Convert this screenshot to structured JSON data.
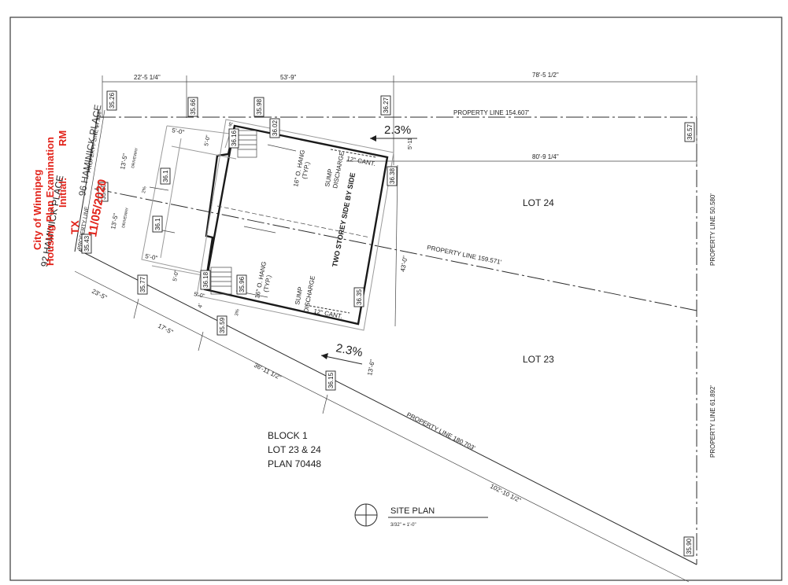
{
  "street_name": "92 HAMINICK PLACE",
  "street_name_overlap": "96 HAMINICK PLACE",
  "stamp": {
    "line1": "City of Winnipeg",
    "line2": "Housing Plan Examination",
    "line3": "Initial:",
    "initials": "RM",
    "date": "11/05/2020",
    "code": "TX"
  },
  "property_lines": {
    "front": "PROPERTY LINE  17.810'",
    "front_lower": "PROPERTY LINE",
    "top": "PROPERTY LINE  154.607'",
    "middle": "PROPERTY LINE  159.571'",
    "bottom": "PROPERTY LINE  180.703'",
    "right_upper": "PROPERTY LINE  50.580'",
    "right_lower": "PROPERTY LINE  61.892'"
  },
  "dimensions": {
    "top_1": "22'-5 1/4\"",
    "top_2": "53'-9\"",
    "top_3": "78'-5 1/2\"",
    "side_80": "80'-9 1/4\"",
    "side_5_11": "5'-11",
    "bottom_23": "23'-5\"",
    "bottom_17": "17'-5\"",
    "bottom_36": "36'-11 1/2\"",
    "bottom_102": "102'-10 1/2\"",
    "depth_43": "43'-0\"",
    "drive_13_a": "13'-5\"",
    "drive_13_b": "13'-5\"",
    "setback_5_a": "5'-0\"",
    "setback_5_b": "5'-0\"",
    "setback_5_c": "5'-0\"",
    "setback_5_d": "5'-0\"",
    "setback_5_e": "5'-0\"",
    "small_4": "4'",
    "small_13_6": "13'-6\"",
    "small_9": "9'"
  },
  "notes": {
    "overhang_top": "16\" O. HANG",
    "overhang_top_typ": "(TYP.)",
    "overhang_bot": "16\" O. HANG",
    "overhang_bot_typ": "(TYP.)",
    "sump_top": "SUMP",
    "discharge_top": "DISCHARGE",
    "sump_bot": "SUMP",
    "discharge_bot": "DISCHARGE",
    "cant_top": "12\" CANT.",
    "cant_bot": "12\" CANT.",
    "building": "TWO STOREY SIDE BY SIDE",
    "driveway_a": "DRIVEWAY",
    "driveway_b": "DRIVEWAY",
    "pct_small_a": "2%",
    "pct_small_b": "3%"
  },
  "slopes": {
    "top": "2.3%",
    "bottom": "2.3%"
  },
  "lots": {
    "upper": "LOT 24",
    "lower": "LOT 23"
  },
  "legal": {
    "line1": "BLOCK  1",
    "line2": "LOT 23 & 24",
    "line3": "PLAN  70448"
  },
  "title": {
    "label": "SITE  PLAN",
    "scale": "3/32\" = 1'-0\""
  },
  "elevations": {
    "e1": "35.26",
    "e2": "35.66",
    "e3": "35.98",
    "e4": "36.27",
    "e5": "36.57",
    "e6": "36.02",
    "e7": "36.16",
    "e8": "36.1",
    "e9": "35.60",
    "e10": "36.38",
    "e11": "36.1",
    "e12": "35.43",
    "e13": "35.77",
    "e14": "36.18",
    "e15": "35.96",
    "e16": "35.59",
    "e17": "36.35",
    "e18": "36.15",
    "e19": "35.90"
  }
}
